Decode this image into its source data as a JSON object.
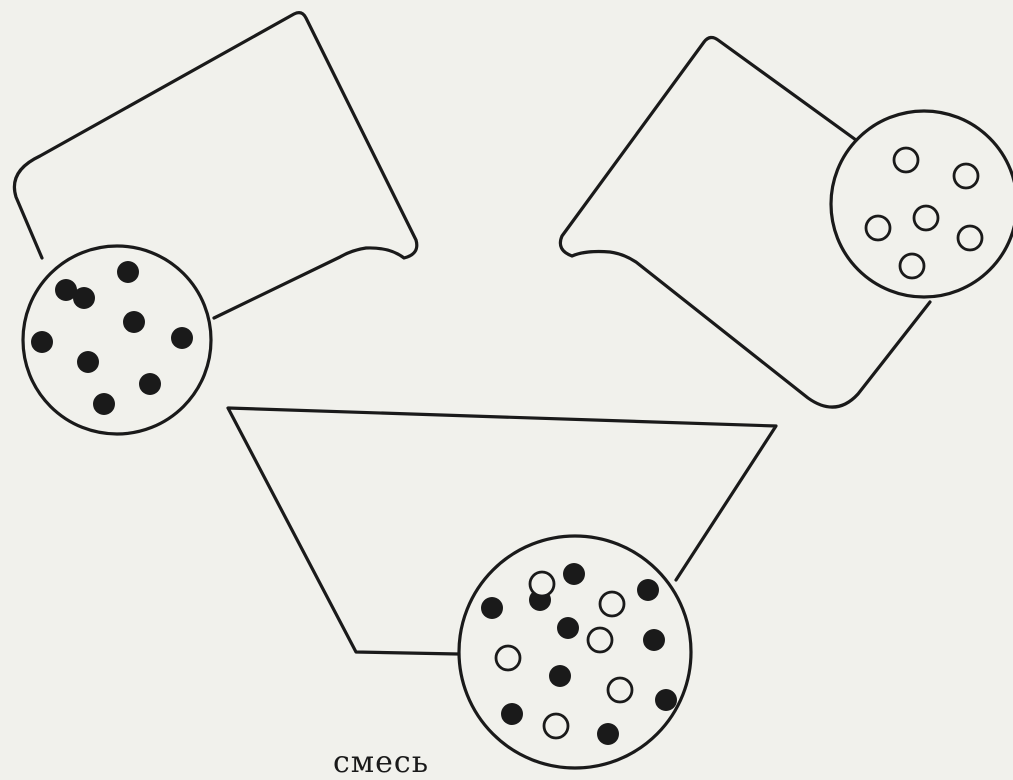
{
  "diagram": {
    "mixture_label": "смесь",
    "particles": {
      "left_vessel": {
        "filled": 9,
        "empty": 0
      },
      "right_vessel": {
        "filled": 0,
        "empty": 6
      },
      "bottom_vessel": {
        "filled": 10,
        "empty": 6
      }
    },
    "colors": {
      "ink": "#1a1a1a",
      "paper": "#f1f1ec"
    }
  }
}
